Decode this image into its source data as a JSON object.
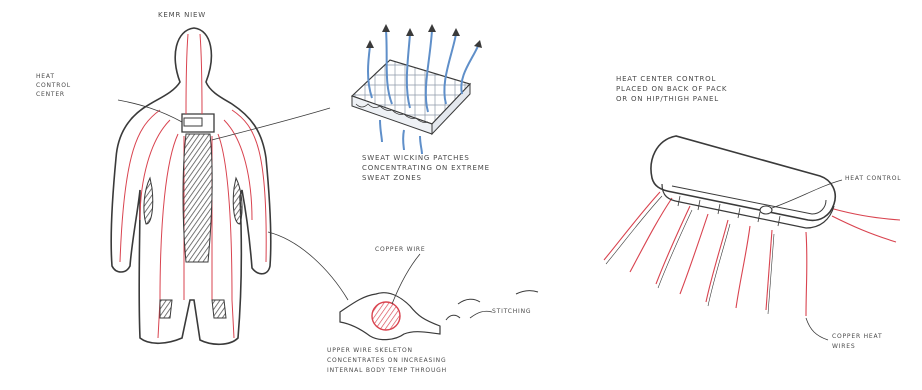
{
  "labels": {
    "back_view": "Kemr niew",
    "heat_control_center": "Heat\ncontrol\ncenter",
    "sweat_patches": "Sweat wicking patches\nconcentrating on extreme\nsweat zones",
    "copper_wire": "Copper wire",
    "stitching": "Stitching",
    "copper_wire_skeleton": "Upper wire skeleton\nconcentrates on increasing\ninternal body temp through",
    "heat_center_control": "Heat center control\nplaced on back of pack\nor on hip/thigh panel",
    "heat_control": "Heat control",
    "copper_heat_wires": "Copper heat\nwires"
  },
  "colors": {
    "ink": "#3a3a3a",
    "wire": "#d9434f",
    "fabric_blue": "#5f8fc9",
    "hatch": "#555555"
  }
}
